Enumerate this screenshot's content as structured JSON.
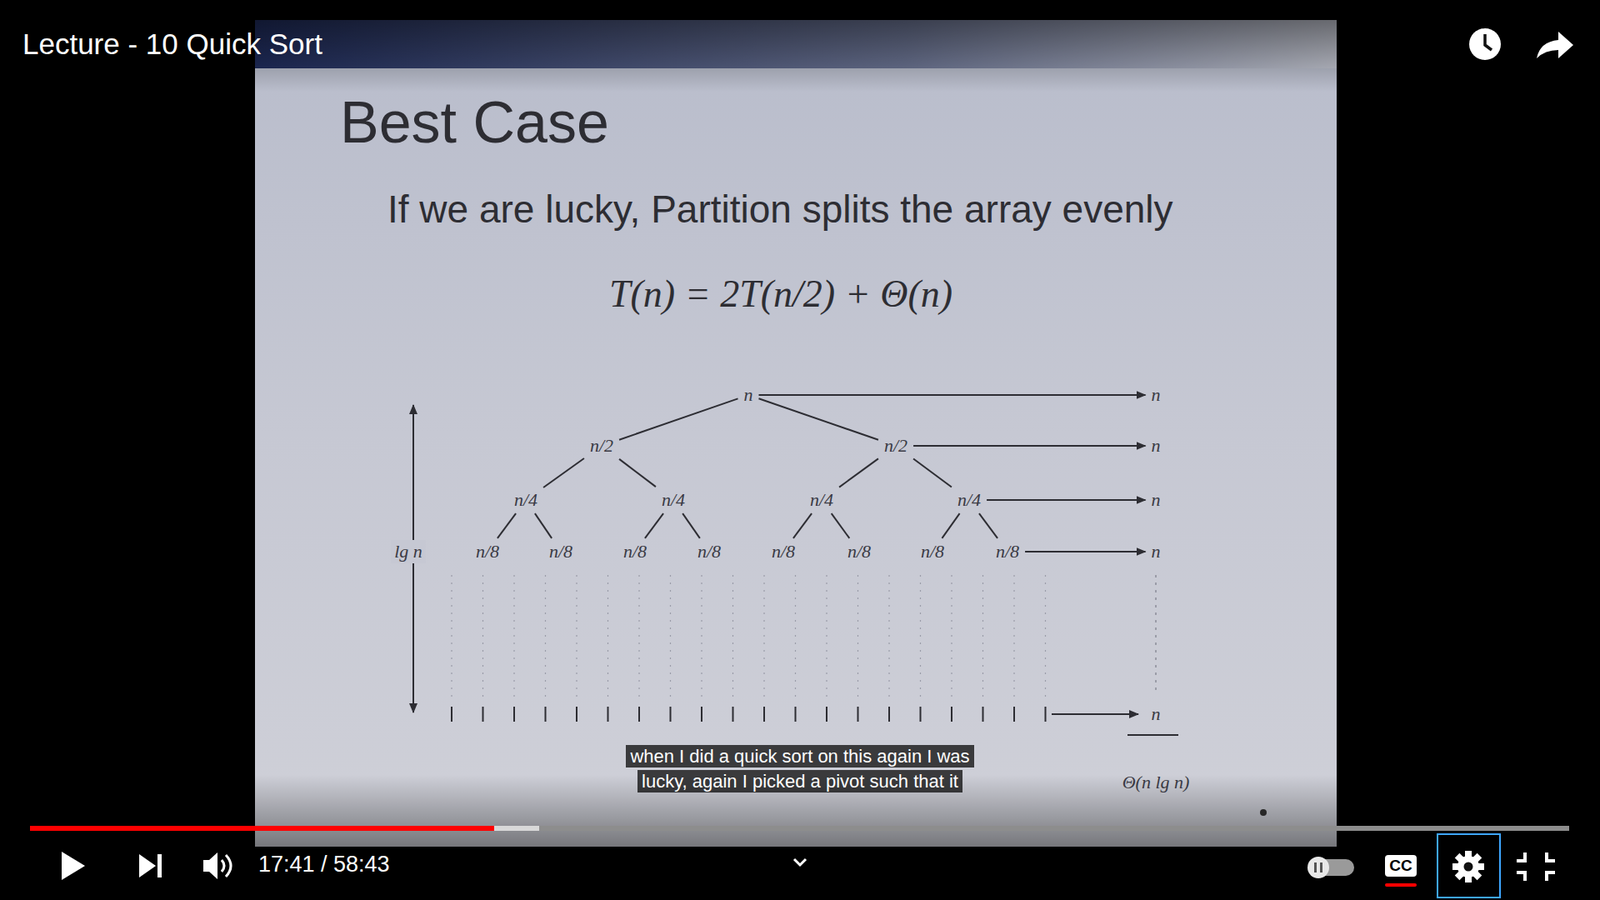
{
  "diagram": {
    "title": "Best Case",
    "nodes": [
      {
        "text": [
          "n"
        ]
      },
      {
        "text": [
          "n/2"
        ]
      },
      {
        "text": [
          "n/2"
        ]
      },
      {
        "text": [
          "n/4"
        ]
      },
      {
        "text": [
          "n/4"
        ]
      },
      {
        "text": [
          "n/4"
        ]
      },
      {
        "text": [
          "n/4"
        ]
      },
      {
        "text": [
          "n/8"
        ]
      },
      {
        "text": [
          "n/8"
        ]
      },
      {
        "text": [
          "n/8"
        ]
      },
      {
        "text": [
          "n/8"
        ]
      },
      {
        "text": [
          "n/8"
        ]
      },
      {
        "text": [
          "n/8"
        ]
      },
      {
        "text": [
          "n/8"
        ]
      },
      {
        "text": [
          "n/8"
        ]
      },
      {
        "text": [
          "n"
        ]
      },
      {
        "text": [
          "n"
        ]
      },
      {
        "text": [
          "n"
        ]
      },
      {
        "text": [
          "n"
        ]
      }
    ],
    "edges": [
      {
        "from": 0,
        "to": 1,
        "arrow": "none"
      },
      {
        "from": 0,
        "to": 2,
        "arrow": "none"
      },
      {
        "from": 1,
        "to": 3,
        "arrow": "none"
      },
      {
        "from": 1,
        "to": 4,
        "arrow": "none"
      },
      {
        "from": 2,
        "to": 5,
        "arrow": "none"
      },
      {
        "from": 2,
        "to": 6,
        "arrow": "none"
      },
      {
        "from": 3,
        "to": 7,
        "arrow": "none"
      },
      {
        "from": 3,
        "to": 8,
        "arrow": "none"
      },
      {
        "from": 4,
        "to": 9,
        "arrow": "none"
      },
      {
        "from": 4,
        "to": 10,
        "arrow": "none"
      },
      {
        "from": 5,
        "to": 11,
        "arrow": "none"
      },
      {
        "from": 5,
        "to": 12,
        "arrow": "none"
      },
      {
        "from": 6,
        "to": 13,
        "arrow": "none"
      },
      {
        "from": 6,
        "to": 14,
        "arrow": "none"
      },
      {
        "from": 0,
        "to": 15,
        "arrow": "to"
      },
      {
        "from": 2,
        "to": 16,
        "arrow": "to"
      },
      {
        "from": 6,
        "to": 17,
        "arrow": "to"
      },
      {
        "from": 14,
        "to": 18,
        "arrow": "to"
      }
    ],
    "labels": [
      "Lecture - 10 Quick Sort",
      "If we are lucky, Partition splits the array evenly",
      "T(n) = 2T(n/2) + Θ(n)",
      "lg n",
      "n",
      "Θ(n lg n)",
      "when I did a quick sort on this again I was lucky, again I picked a pivot such that it",
      "17:41 / 58:43",
      "CC"
    ]
  }
}
